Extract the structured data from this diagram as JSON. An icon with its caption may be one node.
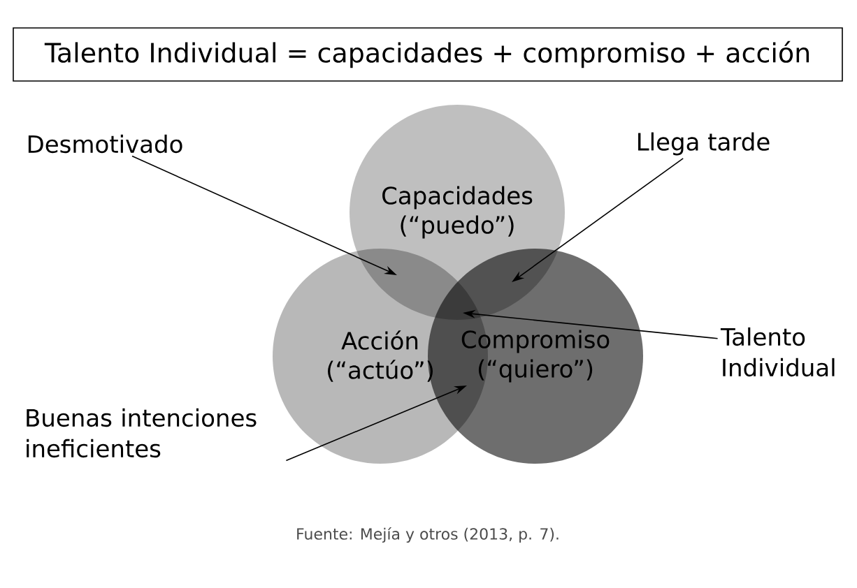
{
  "diagram": {
    "caption": "Fuente: Mejía y otros (2013, p. 7).",
    "nodes": [
      {
        "text": [
          "Talento Individual = capacidades + compromiso + acción"
        ]
      },
      {
        "text": [
          "Capacidades (“puedo”)"
        ]
      },
      {
        "text": [
          "Acción (“actúo”)"
        ]
      },
      {
        "text": [
          "Compromiso (“quiero”)"
        ]
      },
      {
        "text": [
          "Desmotivado"
        ]
      },
      {
        "text": [
          "Llega tarde"
        ]
      },
      {
        "text": [
          "Talento Individual"
        ]
      },
      {
        "text": [
          "Buenas intenciones ineficientes"
        ]
      }
    ],
    "edges": [
      {
        "from": 4,
        "to": 2,
        "arrow": "to"
      },
      {
        "from": 5,
        "to": 3,
        "arrow": "to"
      },
      {
        "from": 6,
        "to": 2,
        "arrow": "to"
      },
      {
        "from": 7,
        "to": 2,
        "arrow": "to"
      }
    ]
  }
}
